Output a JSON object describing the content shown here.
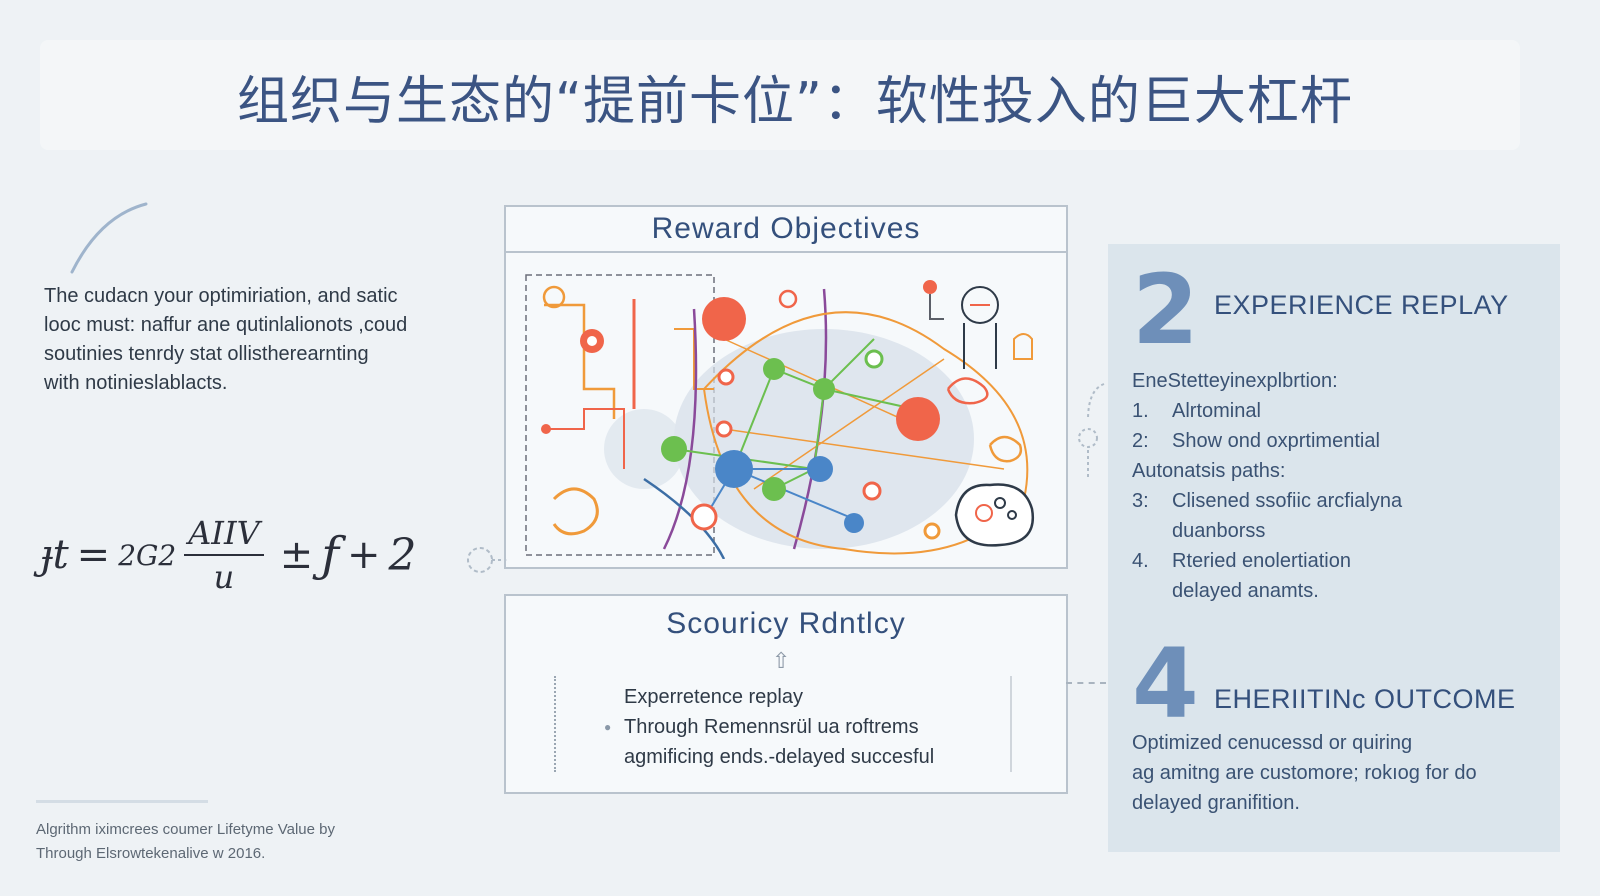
{
  "title": "组织与生态的“提前卡位”：软性投入的巨大杠杆",
  "intro": {
    "lines": [
      "The cudacn your optimiriation, and satic",
      "looc must: naffur ane qutinlalionots ,coud",
      "soutinies tenrdy stat ollistherearnting",
      "with notinieslablacts."
    ]
  },
  "equation": {
    "lhs": "ɟt",
    "eq": "=",
    "coef": "2G2",
    "num": "AIIV",
    "den": "u",
    "op1": "±",
    "term": "ƒ",
    "op2": "+",
    "const": "2"
  },
  "reward_panel": {
    "title": "Reward Objectives"
  },
  "scour_panel": {
    "title": "Scouricy Rdntlcy",
    "lines": [
      "Experretence replay",
      "Through Remennsrül ua roftrems",
      "agmificing ends.-delayed succesful"
    ]
  },
  "right_card": {
    "num1": "2",
    "heading1": "EXPERIENCE REPLAY",
    "subhead": "EneStetteyinexplbrtion:",
    "items": [
      {
        "n": "1.",
        "text": "Alrtominal"
      },
      {
        "n": "2:",
        "text": "Show ond oxprtimential"
      }
    ],
    "subhead2": "Autonatsis paths:",
    "items2": [
      {
        "n": "3:",
        "text": "Clisened ssofiic arcfialyna",
        "cont": "duanborss"
      },
      {
        "n": "4.",
        "text": "Rteried enolertiation",
        "cont": "delayed anamts."
      }
    ],
    "num2": "4",
    "heading2": "EHERIITINc OUTCOME",
    "outcome": [
      "Optimized cenucessd or quiring",
      "ag amitng are customore; rokıog for do",
      "delayed granifition."
    ]
  },
  "footer": {
    "line1": "Algrithm iximcrees coumer Lifetyme Value by",
    "line2": "Through Elsrowtekenalive w 2016."
  },
  "colors": {
    "title": "#3b5483",
    "accent_blue": "#6e8fb9",
    "card_bg": "#dbe5ec",
    "node_red": "#f0654a",
    "node_green": "#6cbf4f",
    "node_blue": "#4a86c8",
    "line_orange": "#f09a3a",
    "line_purple": "#8a4a9a"
  }
}
